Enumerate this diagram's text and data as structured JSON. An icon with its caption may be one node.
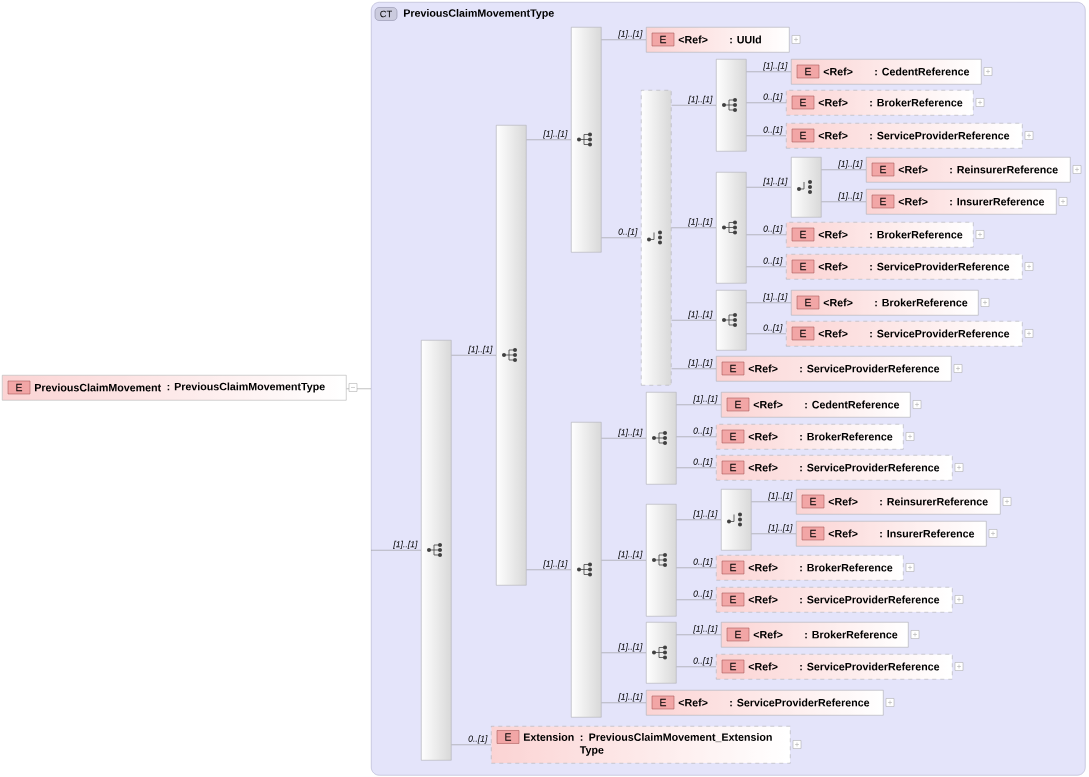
{
  "diagram": {
    "nodes": [
      {
        "text": [
          "E",
          "PreviousClaimMovement",
          ": PreviousClaimMovementType"
        ]
      },
      {
        "text": [
          "CT",
          "PreviousClaimMovementType"
        ]
      },
      {
        "text": [],
        "shape": "box",
        "in": 1
      },
      {
        "text": [],
        "shape": "box",
        "in": 1
      },
      {
        "text": [],
        "shape": "box",
        "in": 1
      },
      {
        "text": [
          "E",
          "<Ref>",
          ": UUId"
        ],
        "in": 1
      },
      {
        "text": [],
        "shape": "box",
        "in": 1
      },
      {
        "text": [],
        "shape": "box",
        "in": 1
      },
      {
        "text": [
          "E",
          "<Ref>",
          ": CedentReference"
        ],
        "in": 1
      },
      {
        "text": [
          "E",
          "<Ref>",
          ": BrokerReference"
        ],
        "in": 1
      },
      {
        "text": [
          "E",
          "<Ref>",
          ": ServiceProviderReference"
        ],
        "in": 1
      },
      {
        "text": [],
        "shape": "box",
        "in": 1
      },
      {
        "text": [],
        "shape": "box",
        "in": 1
      },
      {
        "text": [
          "E",
          "<Ref>",
          ": ReinsurerReference"
        ],
        "in": 1
      },
      {
        "text": [
          "E",
          "<Ref>",
          ": InsurerReference"
        ],
        "in": 1
      },
      {
        "text": [
          "E",
          "<Ref>",
          ": BrokerReference"
        ],
        "in": 1
      },
      {
        "text": [
          "E",
          "<Ref>",
          ": ServiceProviderReference"
        ],
        "in": 1
      },
      {
        "text": [],
        "shape": "box",
        "in": 1
      },
      {
        "text": [
          "E",
          "<Ref>",
          ": BrokerReference"
        ],
        "in": 1
      },
      {
        "text": [
          "E",
          "<Ref>",
          ": ServiceProviderReference"
        ],
        "in": 1
      },
      {
        "text": [
          "E",
          "<Ref>",
          ": ServiceProviderReference"
        ],
        "in": 1
      },
      {
        "text": [],
        "shape": "box",
        "in": 1
      },
      {
        "text": [],
        "shape": "box",
        "in": 1
      },
      {
        "text": [
          "E",
          "<Ref>",
          ": CedentReference"
        ],
        "in": 1
      },
      {
        "text": [
          "E",
          "<Ref>",
          ": BrokerReference"
        ],
        "in": 1
      },
      {
        "text": [
          "E",
          "<Ref>",
          ": ServiceProviderReference"
        ],
        "in": 1
      },
      {
        "text": [],
        "shape": "box",
        "in": 1
      },
      {
        "text": [],
        "shape": "box",
        "in": 1
      },
      {
        "text": [
          "E",
          "<Ref>",
          ": ReinsurerReference"
        ],
        "in": 1
      },
      {
        "text": [
          "E",
          "<Ref>",
          ": InsurerReference"
        ],
        "in": 1
      },
      {
        "text": [
          "E",
          "<Ref>",
          ": BrokerReference"
        ],
        "in": 1
      },
      {
        "text": [
          "E",
          "<Ref>",
          ": ServiceProviderReference"
        ],
        "in": 1
      },
      {
        "text": [],
        "shape": "box",
        "in": 1
      },
      {
        "text": [
          "E",
          "<Ref>",
          ": BrokerReference"
        ],
        "in": 1
      },
      {
        "text": [
          "E",
          "<Ref>",
          ": ServiceProviderReference"
        ],
        "in": 1
      },
      {
        "text": [
          "E",
          "<Ref>",
          ": ServiceProviderReference"
        ],
        "in": 1
      },
      {
        "text": [
          "E",
          "Extension",
          ": PreviousClaimMovement_Extension Type"
        ],
        "in": 1
      }
    ],
    "edges": [
      {
        "from": 0,
        "to": 1,
        "arrow": "none"
      },
      {
        "from": 1,
        "to": 2,
        "arrow": "none",
        "label": "[1]..[1]"
      },
      {
        "from": 2,
        "to": 3,
        "arrow": "none",
        "label": "[1]..[1]"
      },
      {
        "from": 3,
        "to": 4,
        "arrow": "none",
        "label": "[1]..[1]"
      },
      {
        "from": 4,
        "to": 5,
        "arrow": "none",
        "label": "[1]..[1]"
      },
      {
        "from": 4,
        "to": 6,
        "arrow": "none",
        "label": "0..[1]"
      },
      {
        "from": 6,
        "to": 7,
        "arrow": "none",
        "label": "[1]..[1]"
      },
      {
        "from": 7,
        "to": 8,
        "arrow": "none",
        "label": "[1]..[1]"
      },
      {
        "from": 7,
        "to": 9,
        "arrow": "none",
        "label": "0..[1]"
      },
      {
        "from": 7,
        "to": 10,
        "arrow": "none",
        "label": "0..[1]"
      },
      {
        "from": 6,
        "to": 11,
        "arrow": "none",
        "label": "[1]..[1]"
      },
      {
        "from": 11,
        "to": 12,
        "arrow": "none",
        "label": "[1]..[1]"
      },
      {
        "from": 12,
        "to": 13,
        "arrow": "none",
        "label": "[1]..[1]"
      },
      {
        "from": 12,
        "to": 14,
        "arrow": "none",
        "label": "[1]..[1]"
      },
      {
        "from": 11,
        "to": 15,
        "arrow": "none",
        "label": "0..[1]"
      },
      {
        "from": 11,
        "to": 16,
        "arrow": "none",
        "label": "0..[1]"
      },
      {
        "from": 6,
        "to": 17,
        "arrow": "none",
        "label": "[1]..[1]"
      },
      {
        "from": 17,
        "to": 18,
        "arrow": "none",
        "label": "[1]..[1]"
      },
      {
        "from": 17,
        "to": 19,
        "arrow": "none",
        "label": "0..[1]"
      },
      {
        "from": 6,
        "to": 20,
        "arrow": "none",
        "label": "[1]..[1]"
      },
      {
        "from": 3,
        "to": 21,
        "arrow": "none",
        "label": "[1]..[1]"
      },
      {
        "from": 21,
        "to": 22,
        "arrow": "none",
        "label": "[1]..[1]"
      },
      {
        "from": 22,
        "to": 23,
        "arrow": "none",
        "label": "[1]..[1]"
      },
      {
        "from": 22,
        "to": 24,
        "arrow": "none",
        "label": "0..[1]"
      },
      {
        "from": 22,
        "to": 25,
        "arrow": "none",
        "label": "0..[1]"
      },
      {
        "from": 21,
        "to": 26,
        "arrow": "none",
        "label": "[1]..[1]"
      },
      {
        "from": 26,
        "to": 27,
        "arrow": "none",
        "label": "[1]..[1]"
      },
      {
        "from": 27,
        "to": 28,
        "arrow": "none",
        "label": "[1]..[1]"
      },
      {
        "from": 27,
        "to": 29,
        "arrow": "none",
        "label": "[1]..[1]"
      },
      {
        "from": 26,
        "to": 30,
        "arrow": "none",
        "label": "0..[1]"
      },
      {
        "from": 26,
        "to": 31,
        "arrow": "none",
        "label": "0..[1]"
      },
      {
        "from": 21,
        "to": 32,
        "arrow": "none",
        "label": "[1]..[1]"
      },
      {
        "from": 32,
        "to": 33,
        "arrow": "none",
        "label": "[1]..[1]"
      },
      {
        "from": 32,
        "to": 34,
        "arrow": "none",
        "label": "0..[1]"
      },
      {
        "from": 21,
        "to": 35,
        "arrow": "none",
        "label": "[1]..[1]"
      },
      {
        "from": 2,
        "to": 36,
        "arrow": "none",
        "label": "0..[1]"
      }
    ]
  }
}
